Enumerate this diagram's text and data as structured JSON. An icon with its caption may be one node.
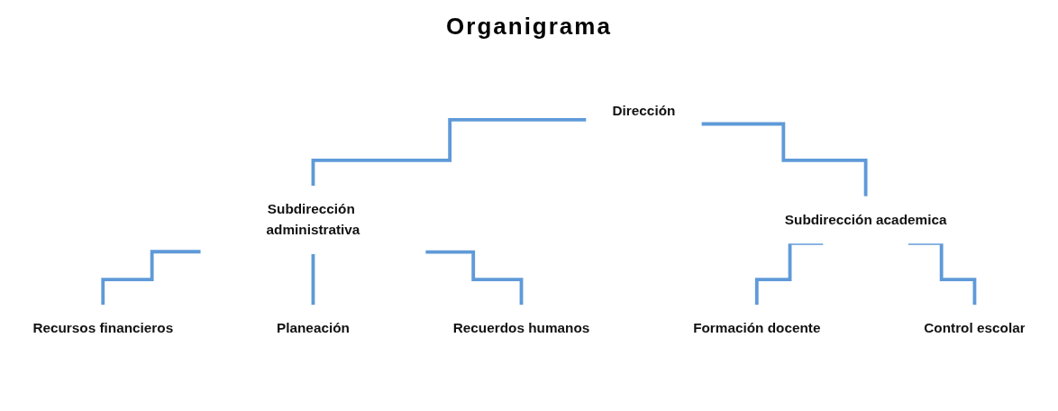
{
  "diagram": {
    "title": "Organigrama",
    "nodes": [
      {
        "text": [
          "Dirección"
        ]
      },
      {
        "text": [
          "Subdirección administrativa"
        ]
      },
      {
        "text": [
          "Subdirección academica"
        ]
      },
      {
        "text": [
          "Recursos financieros"
        ]
      },
      {
        "text": [
          "Planeación"
        ]
      },
      {
        "text": [
          "Recuerdos humanos"
        ]
      },
      {
        "text": [
          "Formación docente"
        ]
      },
      {
        "text": [
          "Control escolar"
        ]
      }
    ],
    "edges": [
      {
        "from": 0,
        "to": 1,
        "arrow": "none"
      },
      {
        "from": 0,
        "to": 2,
        "arrow": "none"
      },
      {
        "from": 1,
        "to": 3,
        "arrow": "none"
      },
      {
        "from": 1,
        "to": 4,
        "arrow": "none"
      },
      {
        "from": 1,
        "to": 5,
        "arrow": "none"
      },
      {
        "from": 2,
        "to": 6,
        "arrow": "none"
      },
      {
        "from": 2,
        "to": 7,
        "arrow": "none"
      }
    ]
  }
}
